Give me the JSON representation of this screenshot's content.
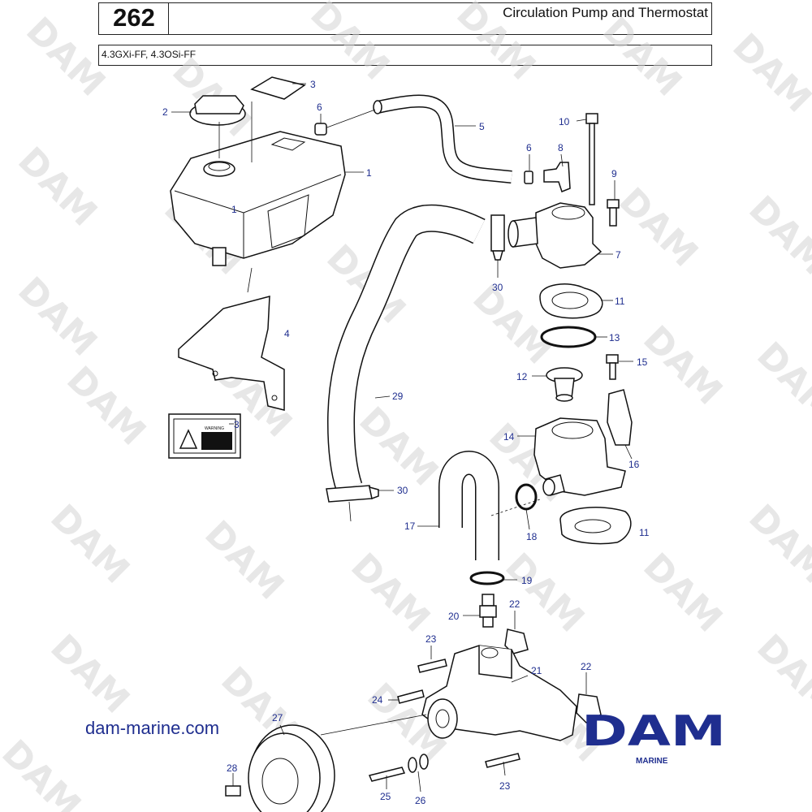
{
  "header": {
    "page_number": "262",
    "title": "Circulation Pump and Thermostat",
    "engine_models": "4.3GXi-FF, 4.3OSi-FF"
  },
  "branding": {
    "website": "dam-marine.com",
    "logo_text": "DAM",
    "logo_subtext": "MARINE",
    "watermark_text": "DAM",
    "brand_color": "#1f2e8f"
  },
  "warning_decal": {
    "text": "WARNING"
  },
  "callouts": [
    "1",
    "1",
    "2",
    "3",
    "3",
    "4",
    "5",
    "6",
    "6",
    "7",
    "8",
    "9",
    "10",
    "11",
    "11",
    "12",
    "13",
    "14",
    "15",
    "16",
    "17",
    "18",
    "19",
    "20",
    "21",
    "22",
    "22",
    "23",
    "23",
    "24",
    "25",
    "26",
    "27",
    "28",
    "29",
    "30",
    "30"
  ]
}
